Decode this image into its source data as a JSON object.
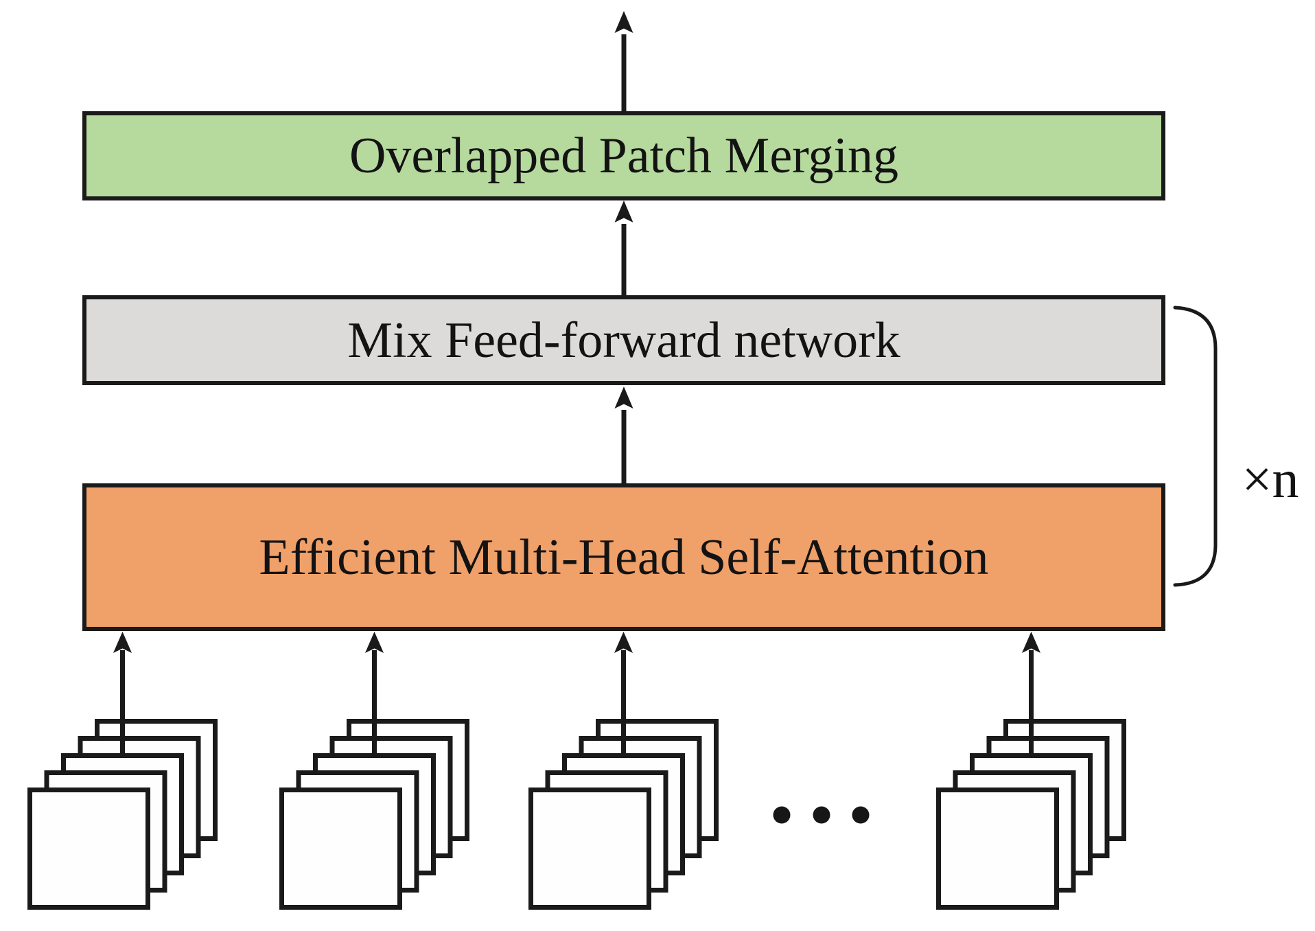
{
  "diagram": {
    "blocks": [
      {
        "name": "overlapped-patch-merging",
        "label": "Overlapped Patch Merging",
        "fill": "#b6da9d"
      },
      {
        "name": "mix-feed-forward-network",
        "label": "Mix Feed-forward network",
        "fill": "#dcdbd9"
      },
      {
        "name": "efficient-multi-head-self-attention",
        "label": "Efficient Multi-Head Self-Attention",
        "fill": "#f0a069"
      }
    ],
    "repeat_label": "×n",
    "input": {
      "stack_count": 4,
      "layers_per_stack": 5,
      "ellipsis_dots": 3
    },
    "colors": {
      "line": "#1a1a1a",
      "background": "#ffffff",
      "green": "#b6da9d",
      "gray": "#dcdbd9",
      "orange": "#f0a069"
    }
  }
}
